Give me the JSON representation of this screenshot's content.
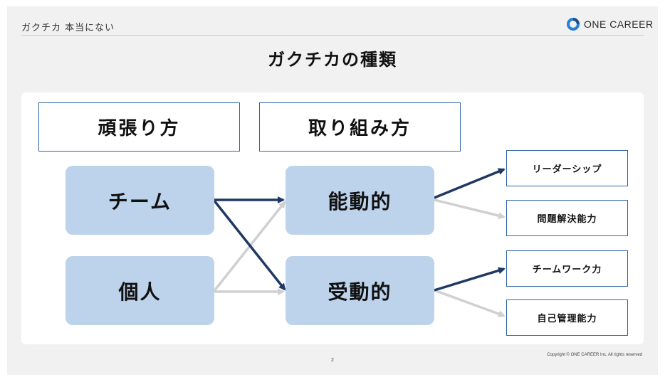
{
  "header": {
    "section": "ガクチカ 本当にない",
    "logo_text": "ONE CAREER"
  },
  "title": "ガクチカの種類",
  "columns": {
    "left": "頑張り方",
    "middle": "取り組み方"
  },
  "nodes": {
    "team": "チーム",
    "individual": "個人",
    "active": "能動的",
    "passive": "受動的"
  },
  "skills": {
    "leadership": "リーダーシップ",
    "problem_solving": "問題解決能力",
    "teamwork": "チームワーク力",
    "self_management": "自己管理能力"
  },
  "colors": {
    "strong_arrow": "#1f3864",
    "weak_arrow": "#d0d0d0",
    "node_fill": "#bdd3ec",
    "box_border": "#2f64a8"
  },
  "footer": {
    "copyright": "Copyright © ONE CAREER Inc. All rights reserved",
    "page": "2"
  }
}
